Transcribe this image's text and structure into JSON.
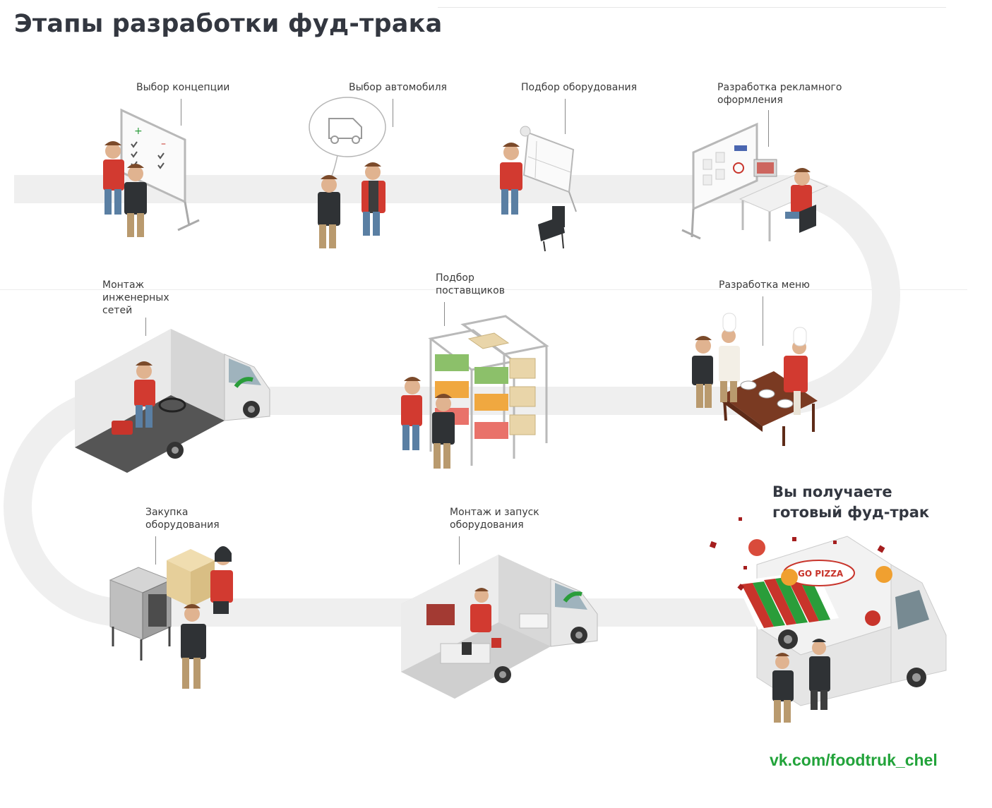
{
  "title": "Этапы разработки фуд-трака",
  "steps": [
    {
      "label": "Выбор концепции"
    },
    {
      "label": "Выбор автомобиля"
    },
    {
      "label": "Подбор оборудования"
    },
    {
      "label": "Разработка рекламного\nоформления"
    },
    {
      "label": "Монтаж\nинженерных\nсетей"
    },
    {
      "label": "Подбор\nпоставщиков"
    },
    {
      "label": "Разработка меню"
    },
    {
      "label": "Закупка\nоборудования"
    },
    {
      "label": "Монтаж и запуск\nоборудования"
    }
  ],
  "result": "Вы получаете\nготовый фуд-трак",
  "link": "vk.com/foodtruk_chel",
  "colors": {
    "path": "#efefef",
    "accent_red": "#c8342b",
    "title": "#333740",
    "link": "#22a33a",
    "shirt": "#d23a30",
    "pants": "#b99a6e",
    "jeans": "#5a7fa3",
    "dark": "#2f3235"
  },
  "icons": {
    "whiteboard": "whiteboard-icon",
    "van_bubble": "van-thought-bubble-icon",
    "drafting": "drafting-table-icon",
    "ad_board": "ad-design-board-icon",
    "truck_engineering": "truck-interior-icon",
    "shelves": "supplier-shelves-icon",
    "menu_table": "menu-tasting-table-icon",
    "oven": "oven-purchase-icon",
    "truck_kitchen": "truck-kitchen-icon",
    "pizza_truck": "pizza-food-truck-icon"
  }
}
